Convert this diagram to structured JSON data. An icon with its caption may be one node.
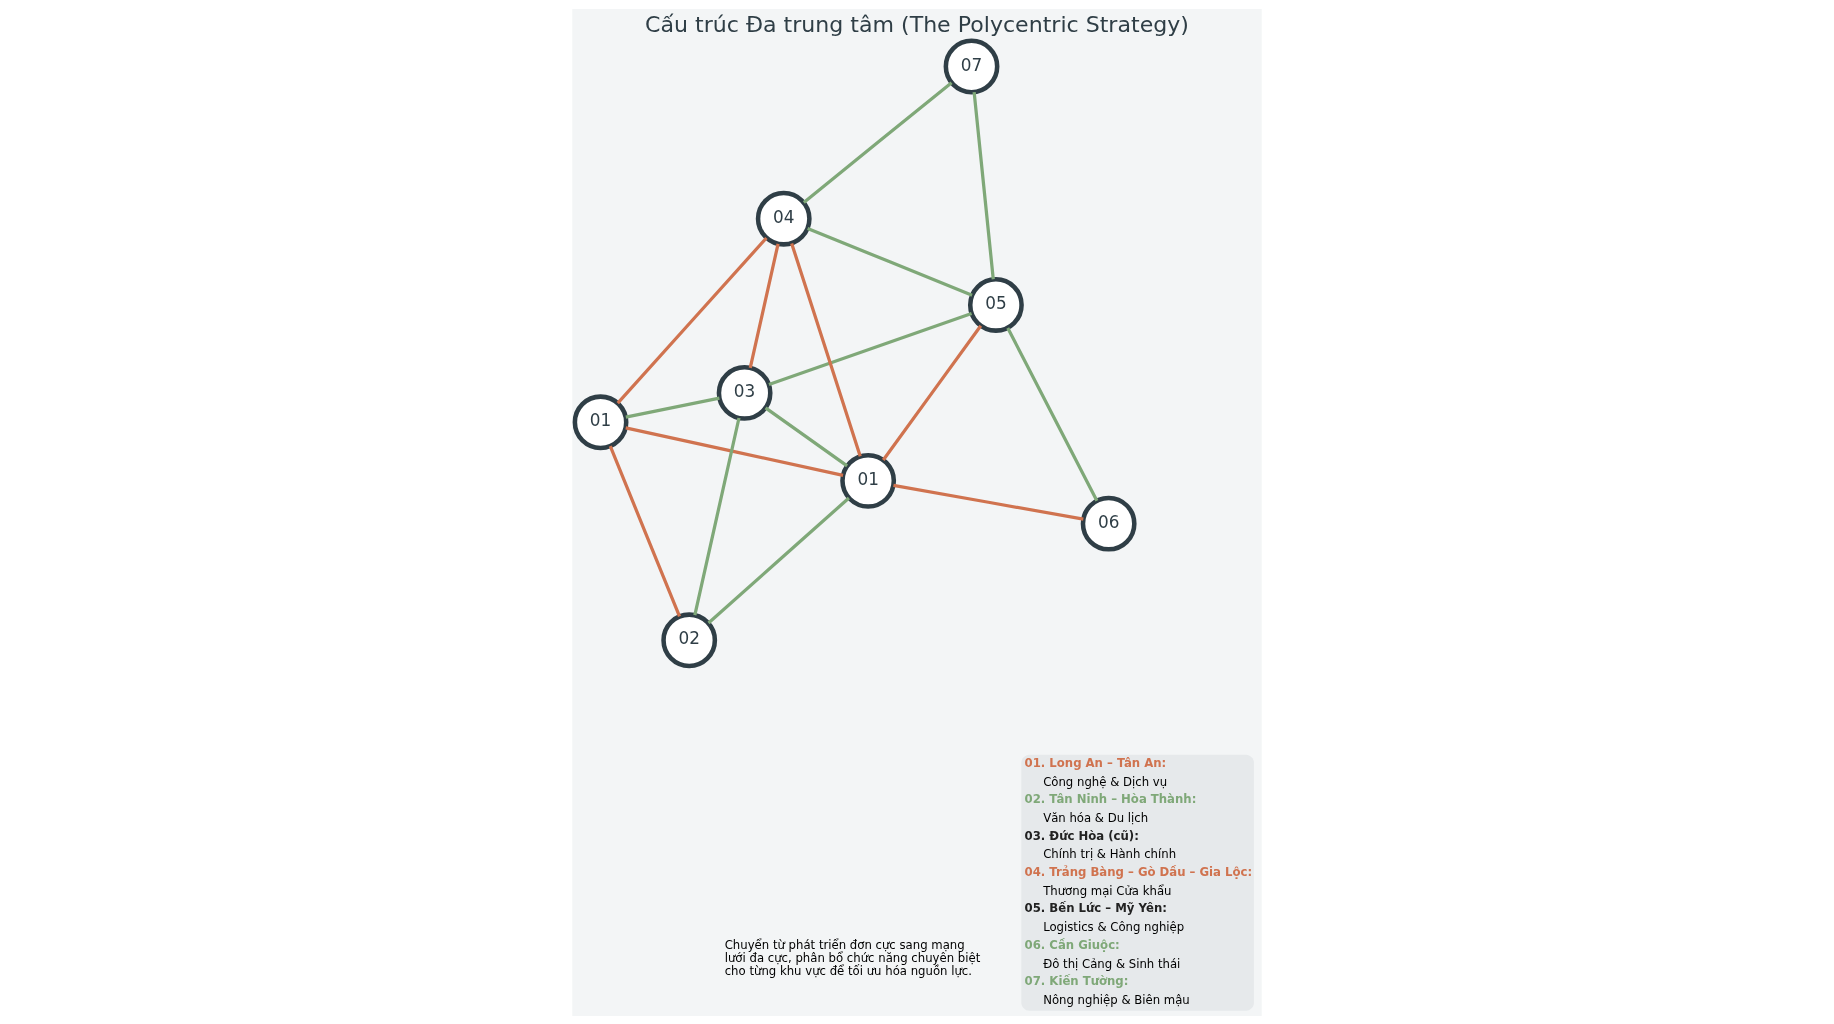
{
  "diagram": {
    "title": "Cấu trúc Đa trung tâm (The Polycentric Strategy)",
    "nodes": [
      {
        "text": [
          "01"
        ]
      },
      {
        "text": [
          "02"
        ]
      },
      {
        "text": [
          "03"
        ]
      },
      {
        "text": [
          "04"
        ]
      },
      {
        "text": [
          "01"
        ]
      },
      {
        "text": [
          "05"
        ]
      },
      {
        "text": [
          "06"
        ]
      },
      {
        "text": [
          "07"
        ]
      }
    ],
    "edges": [
      {
        "from": 0,
        "to": 1,
        "arrow": "none",
        "color": "#d0734f"
      },
      {
        "from": 0,
        "to": 3,
        "arrow": "none",
        "color": "#d0734f"
      },
      {
        "from": 0,
        "to": 2,
        "arrow": "none"
      },
      {
        "from": 0,
        "to": 4,
        "arrow": "none",
        "color": "#d0734f"
      },
      {
        "from": 2,
        "to": 1,
        "arrow": "none"
      },
      {
        "from": 1,
        "to": 4,
        "arrow": "none"
      },
      {
        "from": 3,
        "to": 2,
        "arrow": "none",
        "color": "#d0734f"
      },
      {
        "from": 3,
        "to": 4,
        "arrow": "none",
        "color": "#d0734f"
      },
      {
        "from": 2,
        "to": 4,
        "arrow": "none"
      },
      {
        "from": 2,
        "to": 5,
        "arrow": "none"
      },
      {
        "from": 3,
        "to": 5,
        "arrow": "none"
      },
      {
        "from": 3,
        "to": 7,
        "arrow": "none"
      },
      {
        "from": 4,
        "to": 5,
        "arrow": "none",
        "color": "#d0734f"
      },
      {
        "from": 4,
        "to": 6,
        "arrow": "none",
        "color": "#d0734f"
      },
      {
        "from": 5,
        "to": 6,
        "arrow": "none"
      },
      {
        "from": 5,
        "to": 7,
        "arrow": "none"
      }
    ],
    "labels": [
      "Chuyển từ phát triển đơn cực sang mạng lưới đa cực, phân bổ chức năng chuyên biệt cho từng khu vực để tối ưu hóa nguồn lực.",
      "01. Long An – Tân An:",
      "Công nghệ & Dịch vụ",
      "02. Tân Ninh – Hòa Thành:",
      "Văn hóa & Du lịch",
      "03. Đức Hòa (cũ):",
      "Chính trị & Hành chính",
      "04. Trảng Bàng – Gò Dầu – Gia Lộc:",
      "Thương mại Cửa khẩu",
      "05. Bến Lức – Mỹ Yên:",
      "Logistics & Công nghiệp",
      "06. Cần Giuộc:",
      "Đô thị Cảng & Sinh thái",
      "07. Kiến Tường:",
      "Nông nghiệp & Biên mậu"
    ]
  }
}
